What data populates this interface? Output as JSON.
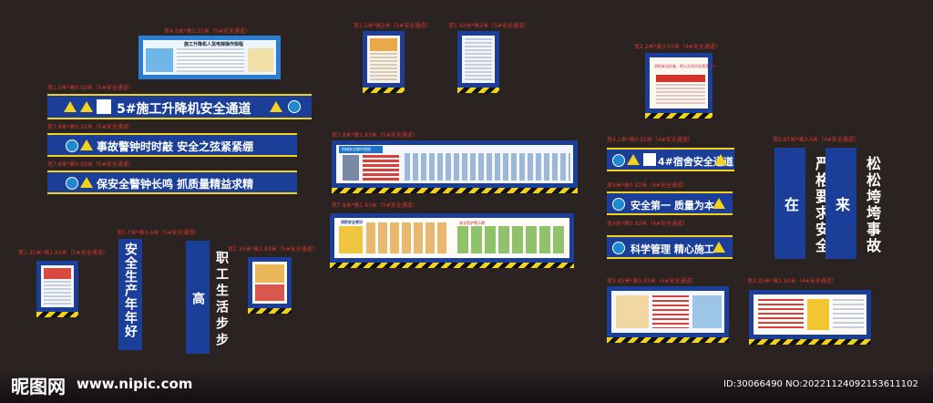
{
  "dims": [
    "宽4.5米*高1.35米（5#安全通道）",
    "宽1.5米*高2米（5#安全通道）",
    "宽1.42米*高2米（5#安全通道）",
    "宽2.2米*高3.05米（4#安全通道）",
    "宽1.5米*高0.92米（5#安全通道）",
    "宽7.8米*高0.92米（5#安全通道）",
    "宽7.8米*高0.92米（5#安全通道）",
    "宽7.8米*高1.83米（5#安全通道）",
    "宽7.8米*高1.83米（5#安全通道）",
    "宽4.1米*高0.92米（4#安全通道）",
    "宽0.85米*高3.6米（4#安全通道）",
    "宽4米*高0.92米（4#安全通道）",
    "宽4米*高0.92米（4#安全通道）",
    "宽1.35米*高1.83米（5#安全通道）",
    "宽0.7米*高3.6米（5#安全通道）",
    "宽1.35米*高1.83米（5#安全通道）",
    "宽3.85米*高1.83米（4#安全通道）",
    "宽3.85米*高1.83米（4#安全通道）"
  ],
  "top_board": {
    "title": "施工升降机人货电梯操作规程"
  },
  "wide_board": {
    "title": "机械安全操作规程"
  },
  "second_board": {
    "title1": "消防安全常识",
    "title2": "安全防护警示牌"
  },
  "right_board": {
    "title": "消防安全检查，把火灾消灭在萌芽之中"
  },
  "banners": {
    "b1": "5#施工升降机安全通道",
    "b2": "事故警钟时时敲  安全之弦紧紧绷",
    "b3": "保安全警钟长鸣  抓质量精益求精",
    "b4": "4#宿舍安全通道",
    "b5": "安全第一  质量为本",
    "b6": "科学管理  精心施工"
  },
  "verticals": {
    "v1": "安全生产年年好",
    "v2": "职工生活步步高",
    "v3": "严格要求安全在",
    "v4": "松松垮垮事故来"
  },
  "watermark": {
    "logo": "昵图网",
    "url": "www.nipic.com",
    "id": "ID:30066490 NO:20221124092153611102"
  }
}
